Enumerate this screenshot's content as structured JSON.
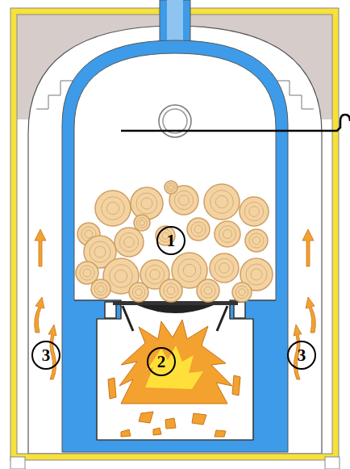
{
  "diagram": {
    "labels": [
      "1",
      "2",
      "3",
      "3"
    ]
  }
}
